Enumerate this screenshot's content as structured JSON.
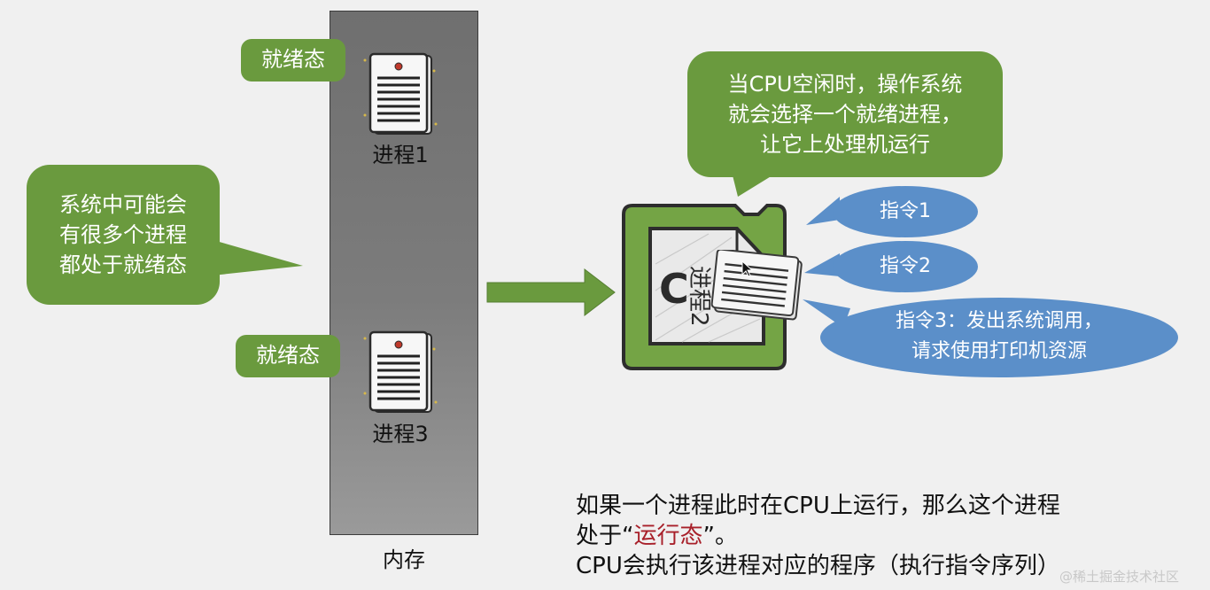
{
  "memory": {
    "label": "内存"
  },
  "processes": [
    {
      "tag": "就绪态",
      "name": "进程1"
    },
    {
      "tag": "就绪态",
      "name": "进程3"
    }
  ],
  "callout_left": {
    "lines": [
      "系统中可能会",
      "有很多个进程",
      "都处于就绪态"
    ]
  },
  "callout_top": {
    "lines": [
      "当CPU空闲时，操作系统",
      "就会选择一个就绪进程，",
      "让它上处理机运行"
    ]
  },
  "cpu": {
    "letter": "C",
    "running_process": "进程2"
  },
  "instructions": [
    {
      "lines": [
        "指令1"
      ]
    },
    {
      "lines": [
        "指令2"
      ]
    },
    {
      "lines": [
        "指令3：发出系统调用，",
        "请求使用打印机资源"
      ]
    }
  ],
  "bottom_text": {
    "line1": "如果一个进程此时在CPU上运行，那么这个进程",
    "line2_prefix": "处于“",
    "line2_state": "运行态",
    "line2_suffix": "”。",
    "line3": "CPU会执行该进程对应的程序（执行指令序列）"
  },
  "watermark": "@稀土掘金技术社区",
  "colors": {
    "green": "#6a9a3e",
    "blue": "#5b8fc9",
    "memory_gray": "#777777",
    "red_text": "#a8202a"
  }
}
